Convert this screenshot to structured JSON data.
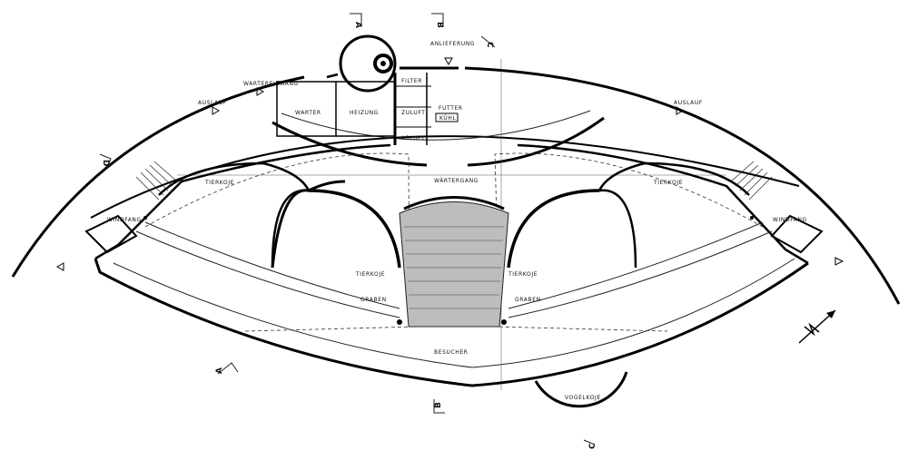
{
  "labels": {
    "anlieferung": "ANLIEFERUNG",
    "wartereingang": "WARTEREINGANG",
    "auslauf_left": "AUSLAUF",
    "auslauf_right": "AUSLAUF",
    "warter": "WARTER",
    "heizung": "HEIZUNG",
    "filter": "FILTER",
    "zuluft": "ZULUFT",
    "futter": "FUTTER",
    "futter_box": "KÜHL",
    "abluft": "ABLUFT",
    "tierkoje_left": "TIERKOJE",
    "tierkoje_right": "TIERKOJE",
    "tierkoje_center_left": "TIERKOJE",
    "tierkoje_center_right": "TIERKOJE",
    "wartergang": "WÄRTERGANG",
    "windfang_left": "WINDFANG",
    "windfang_right": "WINDFANG",
    "graben_left": "GRABEN",
    "graben_right": "GRABEN",
    "besucher": "BESUCHER",
    "vogelkoje": "VOGELKOJE"
  },
  "section_markers": {
    "a_top": "A",
    "b_top": "B",
    "c_top": "C",
    "d_left": "D",
    "a_bottom": "A",
    "b_bottom": "B",
    "c_bottom": "C"
  },
  "north_arrow_icon": "north-arrow-icon"
}
